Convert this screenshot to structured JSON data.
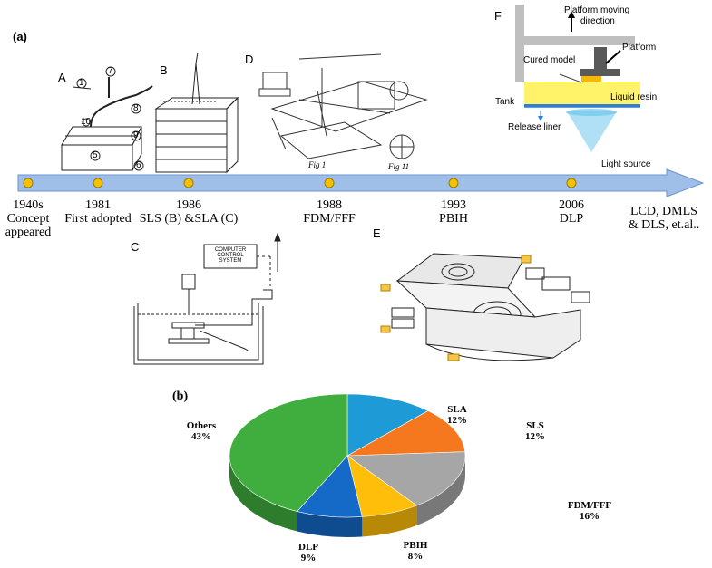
{
  "figure": {
    "label_a": "(a)",
    "label_b": "(b)"
  },
  "panels": {
    "A": "A",
    "B": "B",
    "C": "C",
    "D": "D",
    "E": "E",
    "F": "F",
    "d_caption_1": "Fig 1",
    "d_caption_2": "Fig 11",
    "c_box_text": "COMPUTER CONTROL SYSTEM",
    "a_numbers": [
      "1",
      "7",
      "8",
      "9",
      "5",
      "6",
      "10"
    ]
  },
  "timeline": {
    "events": [
      {
        "year": "1940s",
        "label_1": "Concept",
        "label_2": "appeared"
      },
      {
        "year": "1981",
        "label_1": "First adopted",
        "label_2": ""
      },
      {
        "year": "1986",
        "label_1": "SLS (B) &SLA (C)",
        "label_2": ""
      },
      {
        "year": "1988",
        "label_1": "FDM/FFF",
        "label_2": ""
      },
      {
        "year": "1993",
        "label_1": "PBIH",
        "label_2": ""
      },
      {
        "year": "2006",
        "label_1": "DLP",
        "label_2": ""
      }
    ],
    "end_label_1": "LCD, DMLS",
    "end_label_2": "& DLS, et.al..",
    "colors": {
      "arrow": "#9fbfe8",
      "arrow_stroke": "#6a93cc",
      "dot": "#f2c200"
    }
  },
  "schematic_f": {
    "platform_moving": "Platform moving",
    "direction": "direction",
    "platform": "Platform",
    "cured_model": "Cured model",
    "liquid_resin": "Liquid resin",
    "tank": "Tank",
    "release_liner": "Release liner",
    "light_source": "Light source",
    "colors": {
      "resin": "#fff36a",
      "model": "#f5b800",
      "frame": "#bfbfbf",
      "liner": "#2d7fd8",
      "light": "#6ec7ec"
    }
  },
  "chart_data": {
    "type": "pie",
    "title": "",
    "slices": [
      {
        "name": "SLA",
        "value": 12,
        "label": "12%",
        "color": "#1e9bd7"
      },
      {
        "name": "SLS",
        "value": 12,
        "label": "12%",
        "color": "#f5781e"
      },
      {
        "name": "FDM/FFF",
        "value": 16,
        "label": "16%",
        "color": "#a6a6a6"
      },
      {
        "name": "PBIH",
        "value": 8,
        "label": "8%",
        "color": "#ffbe0a"
      },
      {
        "name": "DLP",
        "value": 9,
        "label": "9%",
        "color": "#1569c7"
      },
      {
        "name": "Others",
        "value": 43,
        "label": "43%",
        "color": "#3fae3f"
      }
    ]
  }
}
